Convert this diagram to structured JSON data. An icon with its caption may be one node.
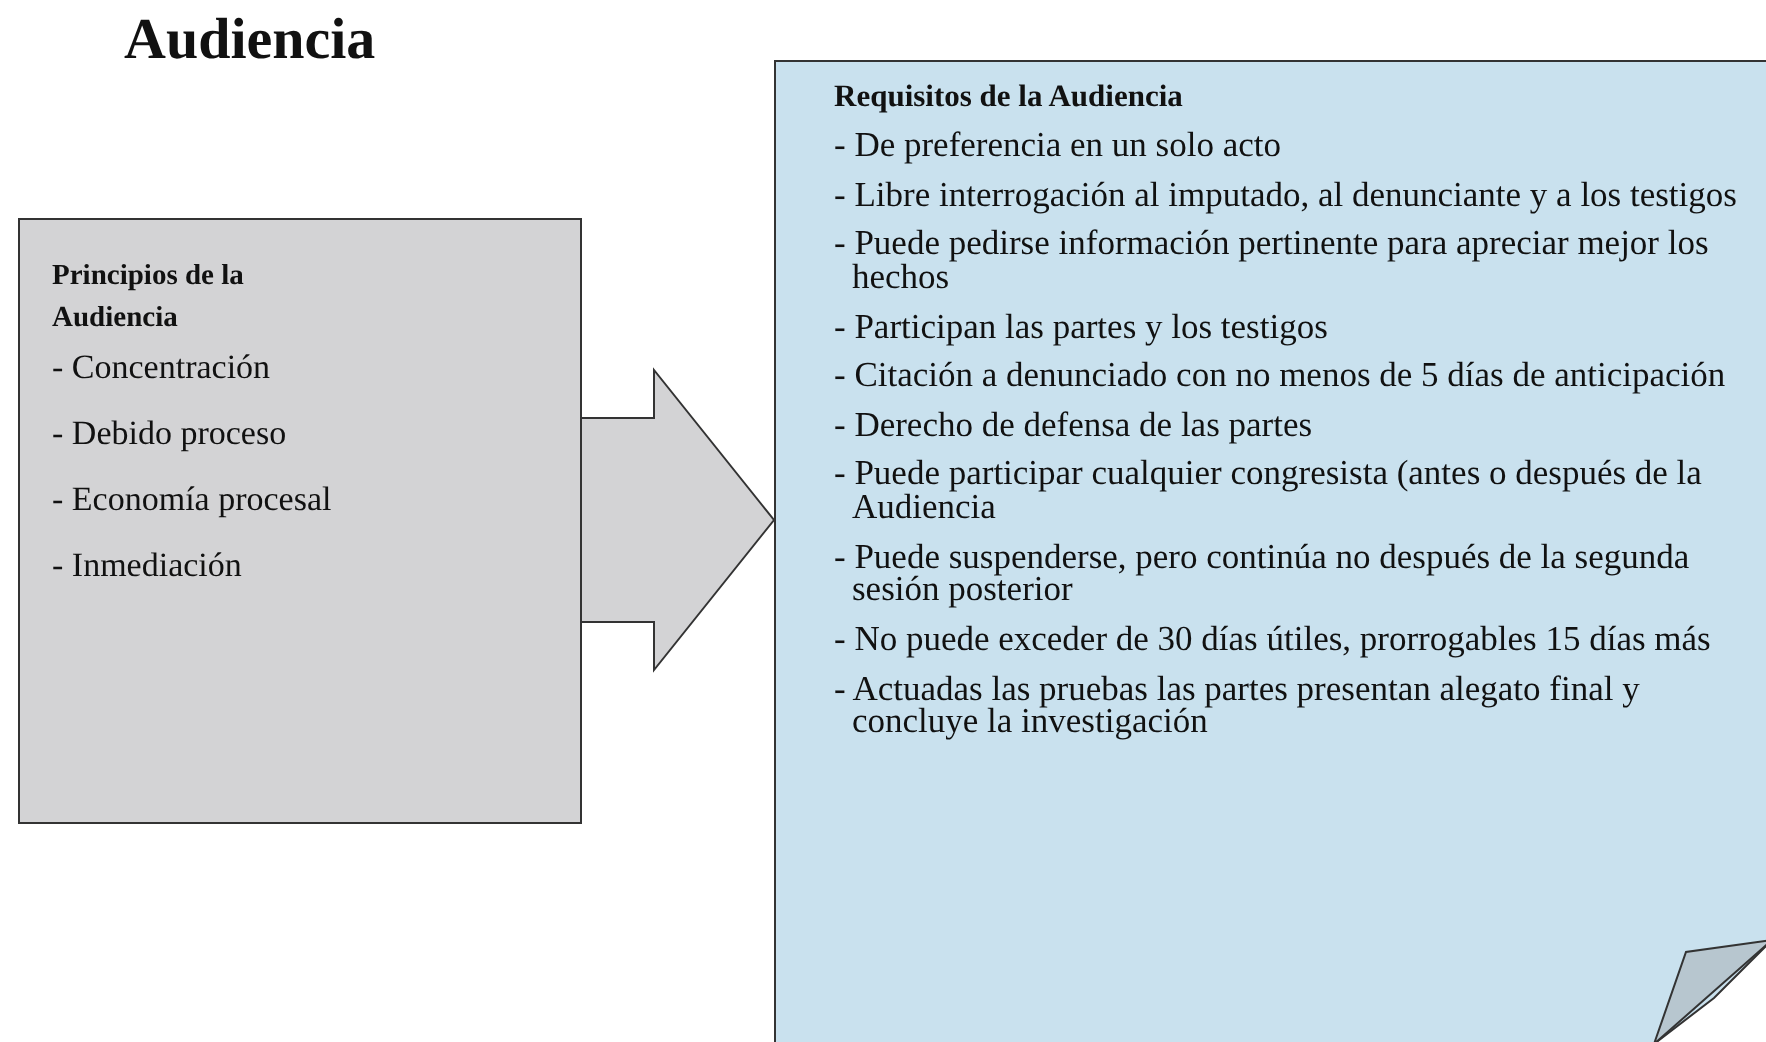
{
  "diagram": {
    "title": "Audiencia",
    "nodes": [
      {
        "text": [
          "Principios de la Audiencia",
          "- Concentración",
          "- Debido proceso",
          "- Economía procesal",
          "- Inmediación"
        ]
      },
      {
        "text": [
          "Requisitos de la Audiencia",
          "- De preferencia en un solo acto",
          "- Libre interrogación al imputado, al denunciante y a los testigos",
          "- Puede pedirse información  pertinente para apreciar mejor los hechos",
          "- Participan las partes y los testigos",
          "- Citación a denunciado con no menos de 5 días de anticipación",
          "- Derecho de defensa de las partes",
          "- Puede participar cualquier congresista (antes o después de la Audiencia",
          "- Puede suspenderse, pero continúa no después de la segunda sesión posterior",
          "- No puede exceder de 30 días útiles, prorrogables 15 días más",
          "- Actuadas las pruebas las partes presentan alegato final y concluye la investigación"
        ]
      }
    ],
    "edges": [
      {
        "from": 0,
        "to": 1,
        "arrow": "to"
      }
    ]
  }
}
